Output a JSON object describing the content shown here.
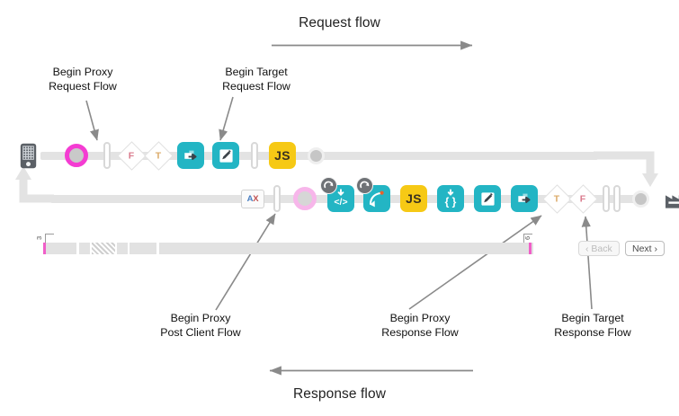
{
  "diagram": {
    "request_flow_title": "Request flow",
    "response_flow_title": "Response flow",
    "annotations": {
      "begin_proxy_request": "Begin Proxy\nRequest Flow",
      "begin_proxy_request_l1": "Begin Proxy",
      "begin_proxy_request_l2": "Request Flow",
      "begin_target_request_l1": "Begin Target",
      "begin_target_request_l2": "Request Flow",
      "begin_proxy_post_client_l1": "Begin Proxy",
      "begin_proxy_post_client_l2": "Post Client Flow",
      "begin_proxy_response_l1": "Begin Proxy",
      "begin_proxy_response_l2": "Response Flow",
      "begin_target_response_l1": "Begin Target",
      "begin_target_response_l2": "Response Flow"
    },
    "colors": {
      "teal_policy": "#23b5c4",
      "js_yellow": "#f6c915",
      "magenta_ring": "#f43cd2",
      "magenta_ring_pale": "#f7b6ea",
      "track_gray": "#e3e3e3",
      "icon_dark": "#5b6066",
      "arrow_gray": "#8a8a8a"
    },
    "request_row": {
      "nodes": [
        {
          "name": "client-phone-icon",
          "type": "icon",
          "label": ""
        },
        {
          "name": "request-start-ring",
          "type": "ring",
          "label": ""
        },
        {
          "name": "flow-pill-divider",
          "type": "pill",
          "label": ""
        },
        {
          "name": "condition-diamond-f",
          "type": "diamond",
          "label": "F"
        },
        {
          "name": "condition-diamond-t",
          "type": "diamond",
          "label": "T"
        },
        {
          "name": "policy-assign-message",
          "type": "policy",
          "label": ""
        },
        {
          "name": "policy-edit",
          "type": "policy",
          "label": ""
        },
        {
          "name": "flow-pill-divider",
          "type": "pill",
          "label": ""
        },
        {
          "name": "policy-javascript",
          "type": "policy-js",
          "label": "JS"
        },
        {
          "name": "target-endpoint-dot",
          "type": "dot",
          "label": ""
        }
      ]
    },
    "response_row": {
      "nodes": [
        {
          "name": "target-server-icon",
          "type": "icon",
          "label": ""
        },
        {
          "name": "response-start-dot",
          "type": "dot",
          "label": ""
        },
        {
          "name": "flow-pill-divider",
          "type": "pill",
          "label": ""
        },
        {
          "name": "flow-pill-divider",
          "type": "pill",
          "label": ""
        },
        {
          "name": "condition-diamond-f",
          "type": "diamond",
          "label": "F"
        },
        {
          "name": "condition-diamond-t",
          "type": "diamond",
          "label": "T"
        },
        {
          "name": "policy-assign-message",
          "type": "policy",
          "label": ""
        },
        {
          "name": "policy-edit",
          "type": "policy",
          "label": ""
        },
        {
          "name": "policy-json",
          "type": "policy",
          "label": "{}"
        },
        {
          "name": "policy-javascript",
          "type": "policy-js",
          "label": "JS"
        },
        {
          "name": "policy-raise-fault",
          "type": "policy",
          "label": ""
        },
        {
          "name": "policy-xml",
          "type": "policy",
          "label": "</>"
        },
        {
          "name": "post-client-ring",
          "type": "ring",
          "label": ""
        },
        {
          "name": "flow-pill-divider",
          "type": "pill",
          "label": ""
        },
        {
          "name": "analytics-box",
          "type": "box",
          "label": "AX"
        }
      ]
    }
  },
  "timeline": {
    "left_label": "3",
    "right_label": "6",
    "back_label": "‹ Back",
    "next_label": "Next ›",
    "back_disabled": true
  }
}
